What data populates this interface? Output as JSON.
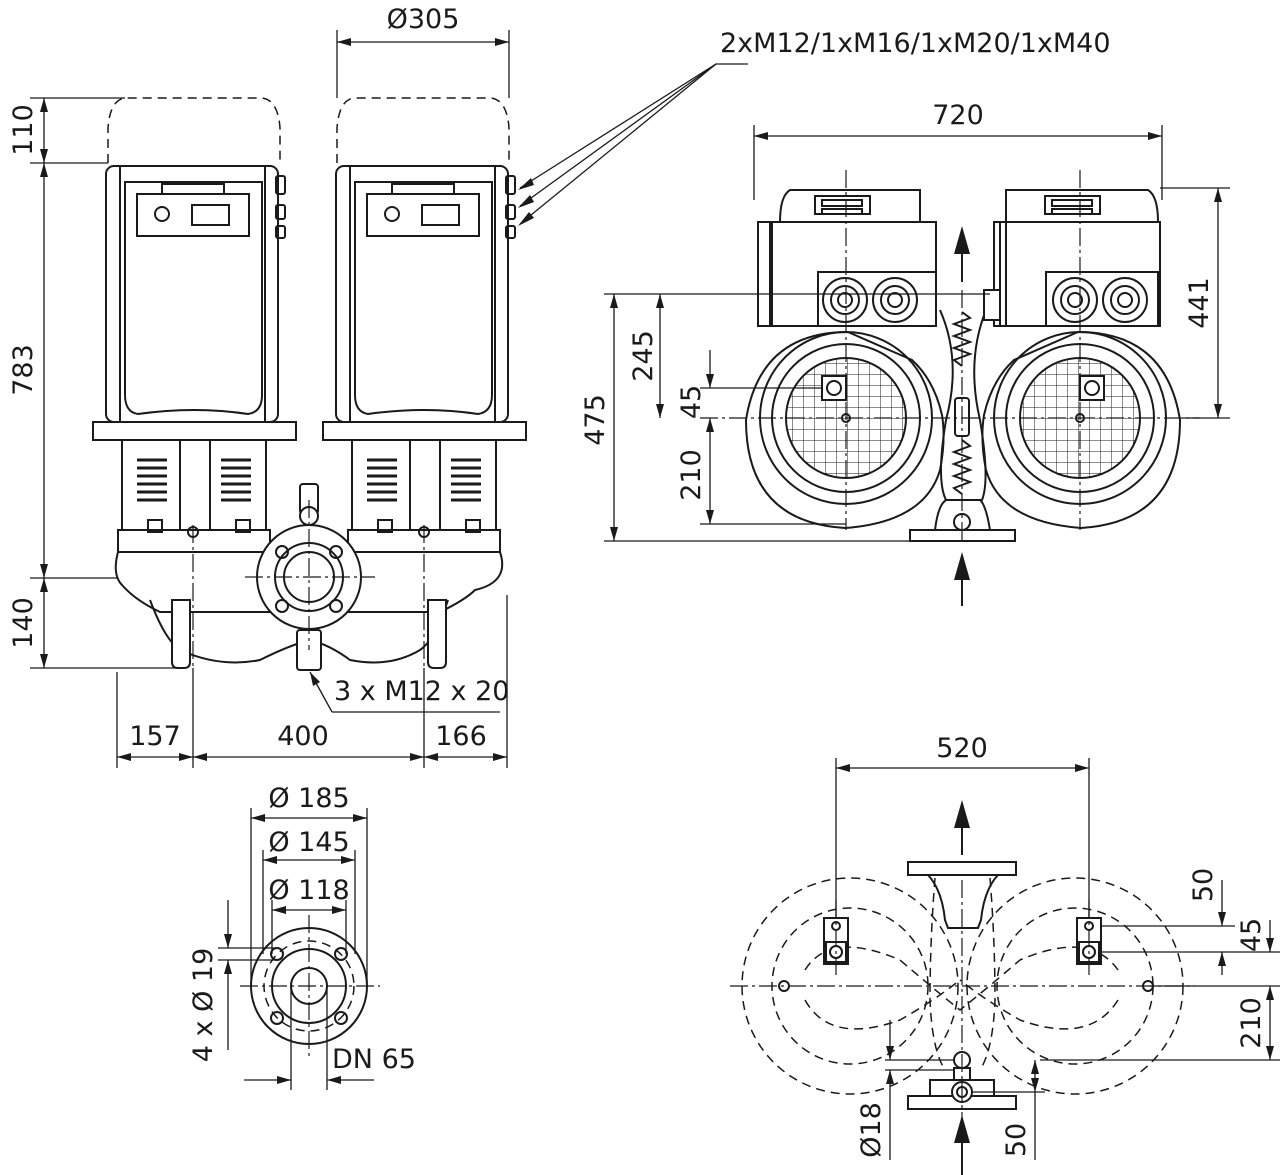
{
  "front_view": {
    "dia_motor": "Ø305",
    "cable_glands": "2xM12/1xM16/1xM20/1xM40",
    "h_top": "110",
    "h_total": "783",
    "h_base": "140",
    "bolt_note": "3 x M12 x 20",
    "w_left": "157",
    "w_mid": "400",
    "w_right": "166"
  },
  "side_view": {
    "width": "720",
    "height_right": "441",
    "height_left": "475",
    "h_upper": "245",
    "h_offset": "45",
    "h_lower": "210"
  },
  "flange_view": {
    "dia_outer": "Ø 185",
    "dia_bolt_circle": "Ø 145",
    "dia_raised_face": "Ø 118",
    "bolt_holes": "4 x Ø 19",
    "nominal": "DN 65"
  },
  "foot_view": {
    "width": "520",
    "d50_top": "50",
    "d45": "45",
    "d210": "210",
    "hole_dia": "Ø18",
    "d50_bottom": "50"
  }
}
